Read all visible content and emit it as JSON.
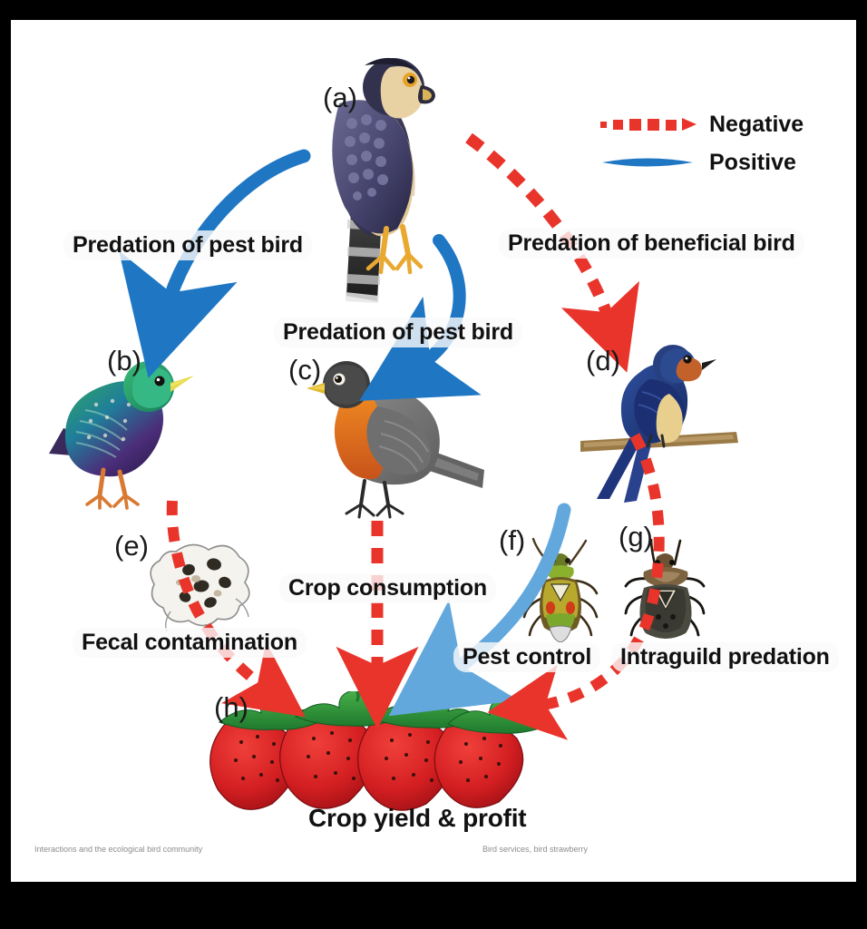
{
  "figure": {
    "background": "#ffffff",
    "frame_background": "#000000"
  },
  "legend": {
    "negative_label": "Negative",
    "positive_label": "Positive",
    "negative_color": "#e8342a",
    "positive_color": "#1f77c4"
  },
  "panels": [
    {
      "letter": "(a)",
      "organism": "raptor-hawk"
    },
    {
      "letter": "(b)",
      "organism": "european-starling"
    },
    {
      "letter": "(c)",
      "organism": "american-robin"
    },
    {
      "letter": "(d)",
      "organism": "barn-swallow"
    },
    {
      "letter": "(e)",
      "organism": "bird-feces"
    },
    {
      "letter": "(f)",
      "organism": "pest-insect-lygus-bug"
    },
    {
      "letter": "(g)",
      "organism": "predatory-stink-bug"
    },
    {
      "letter": "(h)",
      "organism": "strawberries"
    }
  ],
  "interactions": [
    {
      "label": "Predation of pest bird",
      "sign": "positive",
      "from": "(a)",
      "to": "(b)"
    },
    {
      "label": "Predation of pest bird",
      "sign": "positive",
      "from": "(a)",
      "to": "(c)"
    },
    {
      "label": "Predation of beneficial bird",
      "sign": "negative",
      "from": "(a)",
      "to": "(d)"
    },
    {
      "label": "Fecal contamination",
      "sign": "negative",
      "from": "(b)",
      "to": "(h)"
    },
    {
      "label": "Crop consumption",
      "sign": "negative",
      "from": "(c)",
      "to": "(h)"
    },
    {
      "label": "Pest control",
      "sign": "positive",
      "from": "(f)",
      "to": "(h)"
    },
    {
      "label": "Intraguild predation",
      "sign": "negative",
      "from": "(g)",
      "to": "(h)"
    }
  ],
  "labels": {
    "predation_pest_bird_left": "Predation of pest bird",
    "predation_pest_bird_center": "Predation of pest bird",
    "predation_beneficial_bird": "Predation of beneficial bird",
    "fecal_contamination": "Fecal contamination",
    "crop_consumption": "Crop consumption",
    "pest_control": "Pest control",
    "intraguild_predation": "Intraguild predation",
    "crop_yield_profit": "Crop yield & profit"
  },
  "caption": {
    "left_fragment": "Interactions and the ecological bird community",
    "right_fragment": "Bird services, bird strawberry"
  }
}
